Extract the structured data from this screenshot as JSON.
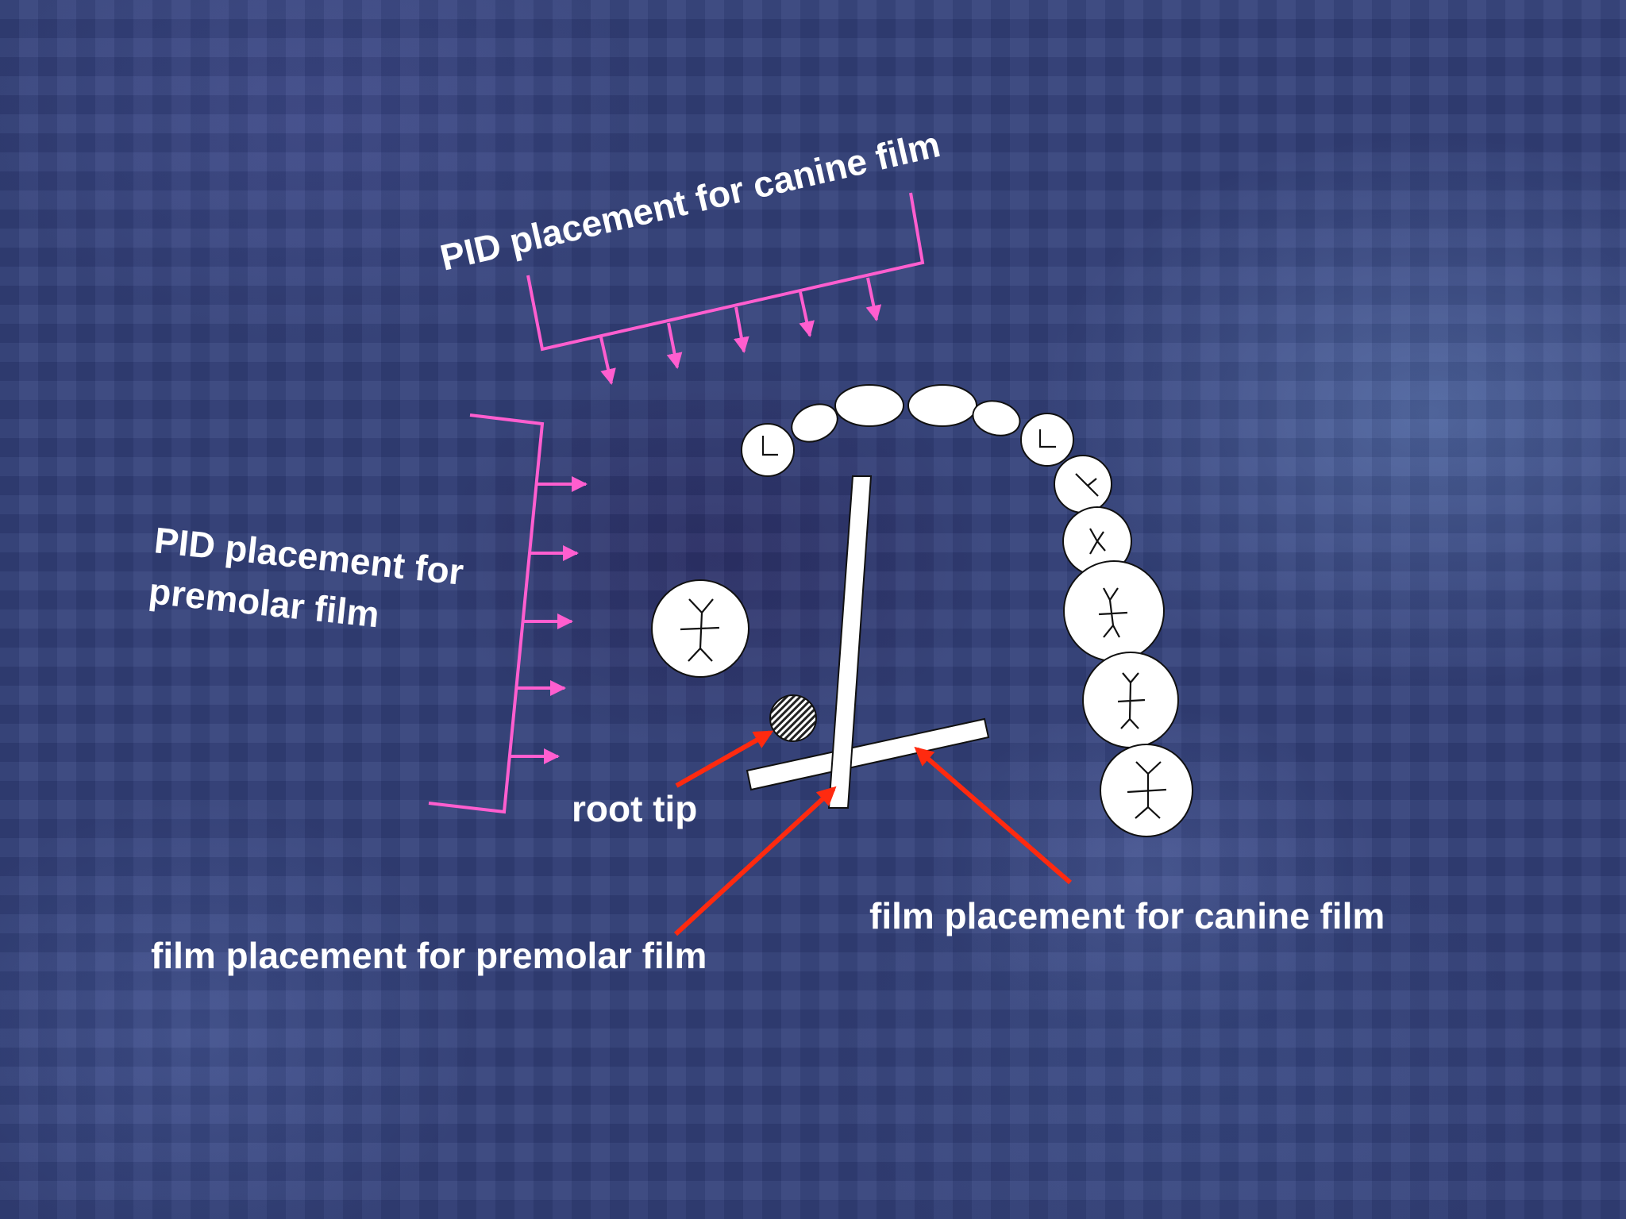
{
  "labels": {
    "pid_canine": "PID placement for canine film",
    "pid_premolar_line1": "PID placement for",
    "pid_premolar_line2": "premolar film",
    "root_tip": "root tip",
    "film_premolar": "film placement for premolar film",
    "film_canine": "film placement for canine film"
  },
  "colors": {
    "pid_bracket": "#ff5ecf",
    "pointer_arrow": "#ff2a0f",
    "text": "#ffffff",
    "background": "#33407a"
  }
}
